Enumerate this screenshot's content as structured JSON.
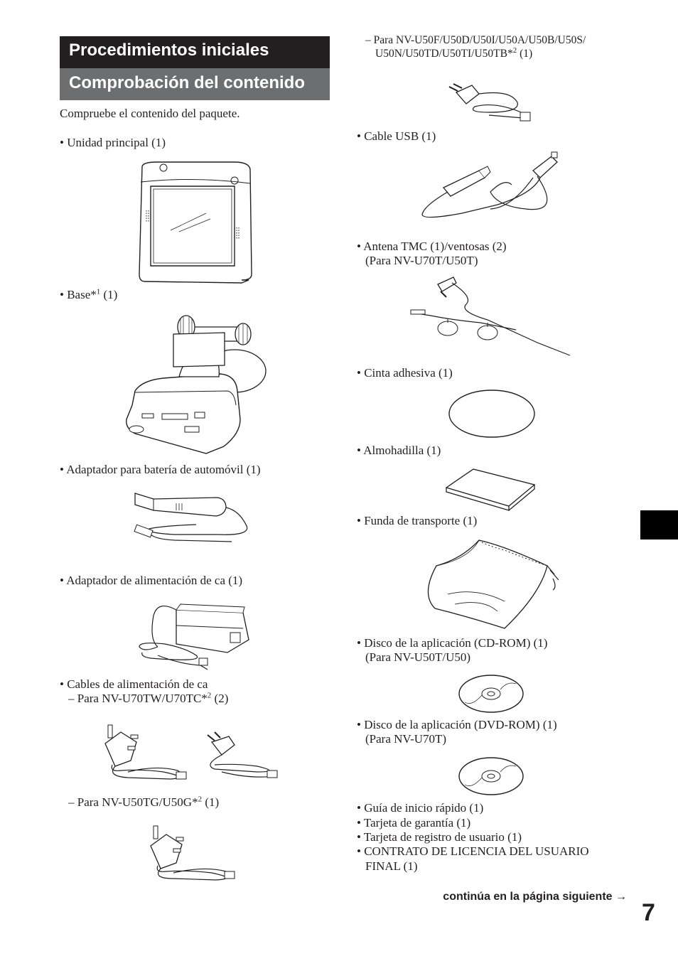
{
  "header": {
    "title": "Procedimientos iniciales",
    "subtitle": "Comprobación del contenido"
  },
  "intro": "Compruebe el contenido del paquete.",
  "left": {
    "unit": "• Unidad principal (1)",
    "base_text": "• Base*",
    "base_sup": "1",
    "base_qty": " (1)",
    "car_adapter": "• Adaptador para batería de automóvil (1)",
    "ac_adapter": "• Adaptador de alimentación de ca (1)",
    "cables_title": "• Cables de alimentación de ca",
    "cables_tw_text": "– Para NV-U70TW/U70TC*",
    "cables_tw_sup": "2",
    "cables_tw_qty": " (2)",
    "cables_tg_text": "– Para NV-U50TG/U50G*",
    "cables_tg_sup": "2",
    "cables_tg_qty": " (1)"
  },
  "right": {
    "cables_f_line1": "– Para NV-U50F/U50D/U50I/U50A/U50B/U50S/",
    "cables_f_line2_text": "U50N/U50TD/U50TI/U50TB*",
    "cables_f_line2_sup": "2",
    "cables_f_line2_qty": " (1)",
    "usb": "• Cable USB (1)",
    "antenna_line1": "• Antena TMC (1)/ventosas (2)",
    "antenna_line2": "(Para NV-U70T/U50T)",
    "tape": "• Cinta adhesiva (1)",
    "pad": "• Almohadilla (1)",
    "case": "• Funda de transporte (1)",
    "cd_line1": "• Disco de la aplicación (CD-ROM) (1)",
    "cd_line2": "(Para NV-U50T/U50)",
    "dvd_line1": "• Disco de la aplicación (DVD-ROM) (1)",
    "dvd_line2": "(Para NV-U70T)",
    "docs": [
      "• Guía de inicio rápido (1)",
      "• Tarjeta de garantía (1)",
      "• Tarjeta de registro de usuario (1)",
      "• CONTRATO DE LICENCIA DEL USUARIO"
    ],
    "docs_last": "FINAL (1)"
  },
  "footer": {
    "continue": "continúa en la página siguiente →",
    "page_number": "7"
  }
}
